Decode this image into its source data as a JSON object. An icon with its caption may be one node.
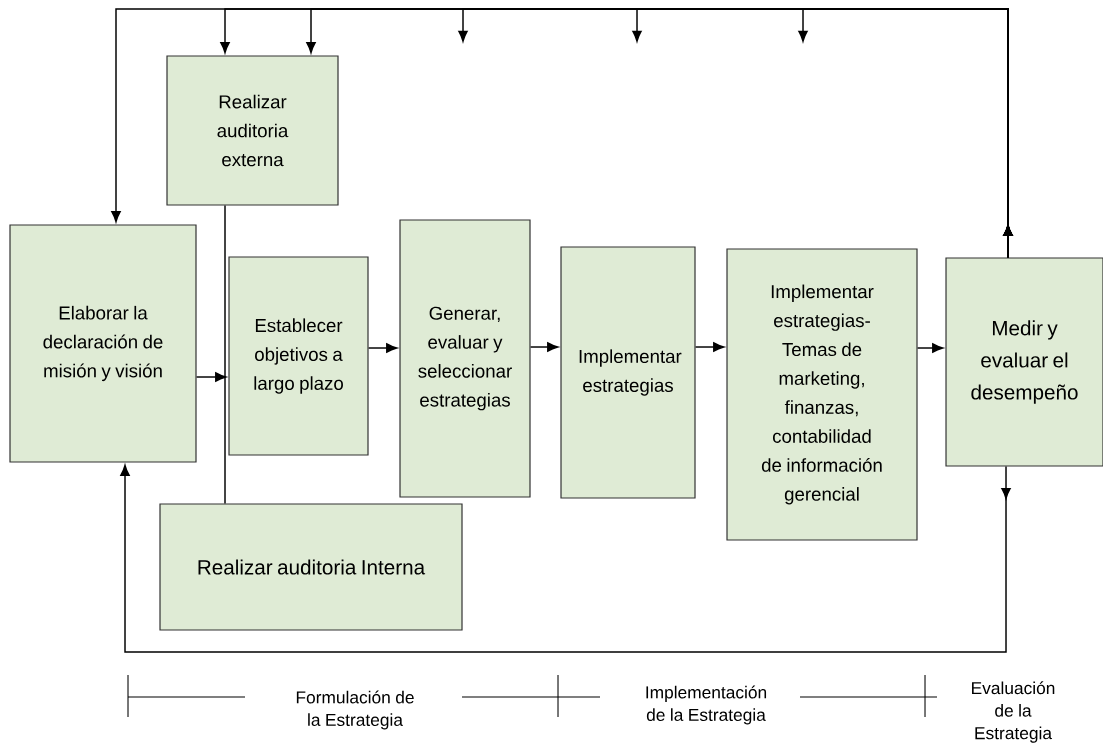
{
  "diagram": {
    "nodes": [
      {
        "text": [
          "Realizar auditoria externa"
        ]
      },
      {
        "text": [
          "Elaborar la declaración de misión y visión"
        ]
      },
      {
        "text": [
          "Establecer objetivos a largo plazo"
        ]
      },
      {
        "text": [
          "Generar, evaluar y seleccionar estrategias"
        ]
      },
      {
        "text": [
          "Implementar estrategias"
        ]
      },
      {
        "text": [
          "Implementar estrategias-Temas de marketing, finanzas, contabilidad de información gerencial"
        ]
      },
      {
        "text": [
          "Medir y evaluar el desempeño"
        ]
      },
      {
        "text": [
          "Realizar auditoria Interna"
        ]
      }
    ],
    "edges": [
      {
        "from": 1,
        "to": 2,
        "arrow": "to"
      },
      {
        "from": 2,
        "to": 3,
        "arrow": "to"
      },
      {
        "from": 3,
        "to": 4,
        "arrow": "to"
      },
      {
        "from": 4,
        "to": 5,
        "arrow": "to"
      },
      {
        "from": 5,
        "to": 6,
        "arrow": "to"
      },
      {
        "from": 6,
        "to": 1,
        "arrow": "to"
      },
      {
        "from": 0,
        "to": 7,
        "arrow": "none"
      },
      {
        "from": 6,
        "to": 1,
        "arrow": "to"
      },
      {
        "from": 6,
        "to": 0,
        "arrow": "to"
      },
      {
        "from": 6,
        "to": 0,
        "arrow": "to"
      },
      {
        "from": 6,
        "to": null,
        "arrow": "to"
      },
      {
        "from": 6,
        "to": null,
        "arrow": "to"
      },
      {
        "from": 6,
        "to": null,
        "arrow": "to"
      }
    ],
    "labels": [
      "Formulación de la Estrategia",
      "Implementación de la Estrategia",
      "Evaluación de la Estrategia"
    ]
  }
}
